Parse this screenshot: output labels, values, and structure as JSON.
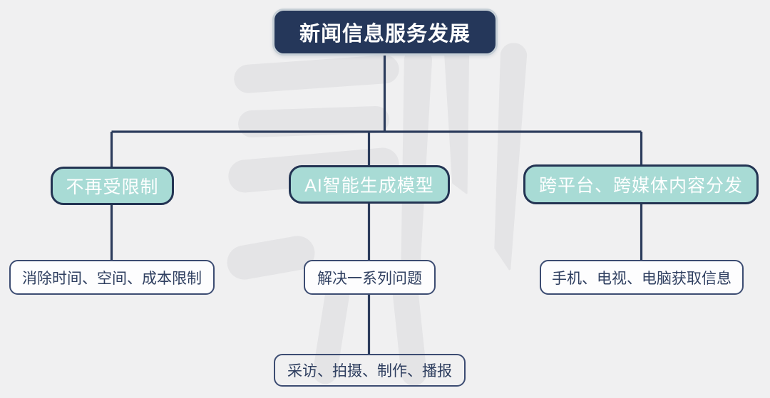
{
  "diagram": {
    "root": {
      "label": "新闻信息服务发展"
    },
    "branches": [
      {
        "label": "不再受限制",
        "children": [
          {
            "label": "消除时间、空间、成本限制"
          }
        ]
      },
      {
        "label": "AI智能生成模型",
        "children": [
          {
            "label": "解决一系列问题",
            "children": [
              {
                "label": "采访、拍摄、制作、播报"
              }
            ]
          }
        ]
      },
      {
        "label": "跨平台、跨媒体内容分发",
        "children": [
          {
            "label": "手机、电视、电脑获取信息"
          }
        ]
      }
    ],
    "colors": {
      "background": "#f0f0f1",
      "root_fill": "#25375a",
      "root_ring": "#c6cfd6",
      "branch_fill": "#a8dbd5",
      "connector_navy": "#2c3c5c",
      "leaf_fill": "#fdfdfe",
      "leaf_border": "#3c4c72",
      "leaf_text": "#2f3f60",
      "watermark": "#e4e4e6"
    }
  }
}
